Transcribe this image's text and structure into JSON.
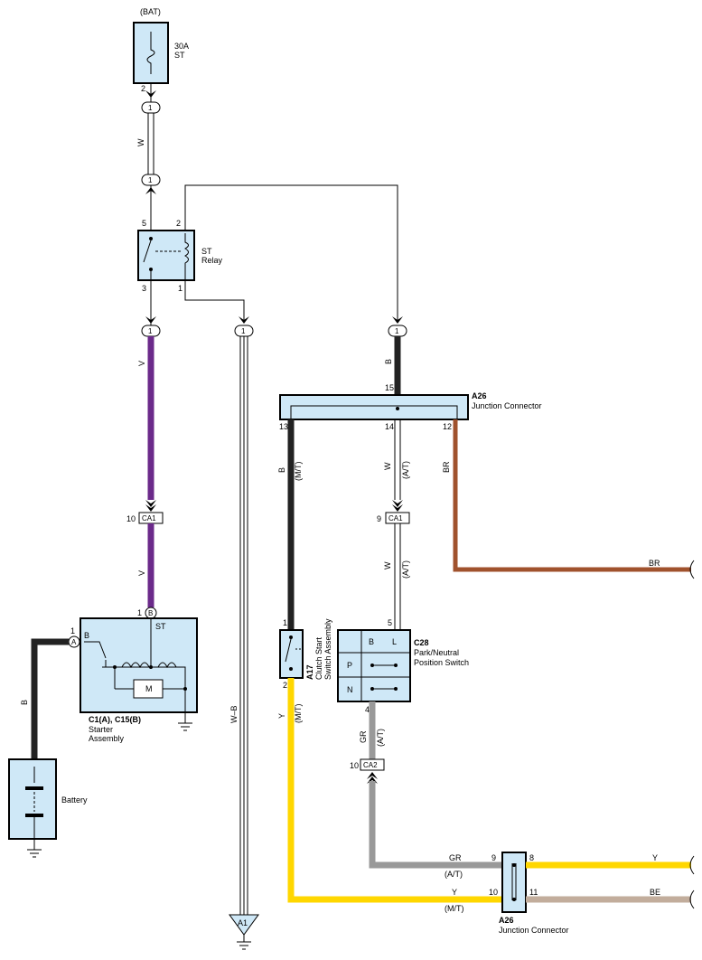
{
  "fuse": {
    "source": "(BAT)",
    "rating": "30A",
    "name": "ST"
  },
  "relay": {
    "name_line1": "ST",
    "name_line2": "Relay",
    "pin5": "5",
    "pin2": "2",
    "pin3": "3",
    "pin1": "1"
  },
  "fuse_pin": "2",
  "connector_one": "1",
  "wires": {
    "w": "W",
    "v": "V",
    "wb": "W–B",
    "b": "B",
    "br": "BR",
    "y": "Y",
    "gr": "GR",
    "be": "BE",
    "mt": "(M/T)",
    "at": "(A/T)"
  },
  "junction_top": {
    "id": "A26",
    "name": "Junction Connector",
    "pin15": "15",
    "pin13": "13",
    "pin14": "14",
    "pin12": "12"
  },
  "junction_bottom": {
    "id": "A26",
    "name": "Junction Connector",
    "pin9": "9",
    "pin8": "8",
    "pin10": "10",
    "pin11": "11"
  },
  "inline_connectors": {
    "ca1": "CA1",
    "ca2": "CA2",
    "ca1_pin_v": "10",
    "ca1_pin_w": "9",
    "ca2_pin": "10"
  },
  "starter": {
    "id": "C1(A), C15(B)",
    "name_line1": "Starter",
    "name_line2": "Assembly",
    "term_b": "B",
    "term_a": "A",
    "pin_b": "1",
    "pin_a": "1",
    "label_b": "B",
    "label_st": "ST",
    "motor": "M"
  },
  "battery": {
    "name": "Battery"
  },
  "clutch": {
    "id": "A17",
    "name_line1": "Clutch Start",
    "name_line2": "Switch Assembly",
    "pin1": "1",
    "pin2": "2"
  },
  "pnp": {
    "id": "C28",
    "name_line1": "Park/Neutral",
    "name_line2": "Position Switch",
    "pin5": "5",
    "pin4": "4",
    "col_b": "B",
    "col_l": "L",
    "row_p": "P",
    "row_n": "N"
  },
  "ground_point": "A1",
  "colors": {
    "violet": "#6b2a8a",
    "black": "#222222",
    "brown": "#a0522d",
    "yellow": "#ffd700",
    "gray": "#999999",
    "beige": "#c2ad9c",
    "connector_fill": "#cfe8f7"
  }
}
